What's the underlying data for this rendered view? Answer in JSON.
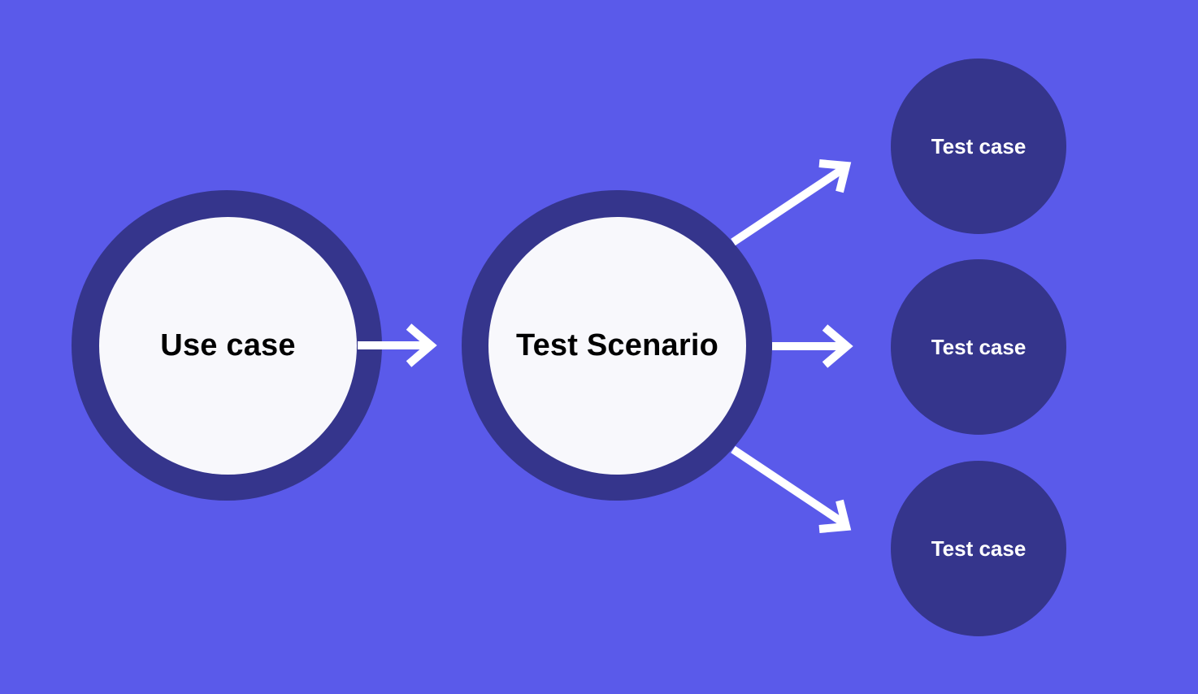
{
  "diagram": {
    "use_case": {
      "label": "Use case"
    },
    "test_scenario": {
      "label": "Test Scenario"
    },
    "test_cases": [
      {
        "label": "Test case"
      },
      {
        "label": "Test case"
      },
      {
        "label": "Test case"
      }
    ]
  },
  "colors": {
    "background": "#5A5AEA",
    "ring": "#35358C",
    "light_fill": "#F8F8FC",
    "arrow": "#FFFFFF"
  }
}
